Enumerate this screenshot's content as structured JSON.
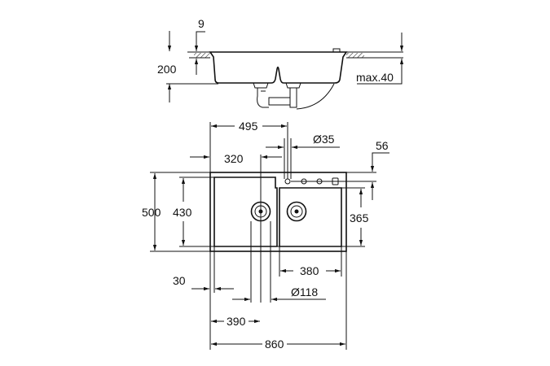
{
  "side_view": {
    "dim_rim": "9",
    "dim_depth": "200",
    "dim_max_thickness": "max.40"
  },
  "top_view": {
    "dim_tap_offset": "495",
    "dim_tap_hole": "Ø35",
    "dim_tap_edge": "56",
    "dim_drain_left": "320",
    "dim_width": "500",
    "dim_bowl_left_depth": "430",
    "dim_bowl_right_depth": "365",
    "dim_bowl_right_width": "380",
    "dim_edge": "30",
    "dim_drain_diameter": "Ø118",
    "dim_bowl_left_width": "390",
    "dim_length": "860"
  },
  "colors": {
    "line": "#111111",
    "background": "#ffffff"
  }
}
